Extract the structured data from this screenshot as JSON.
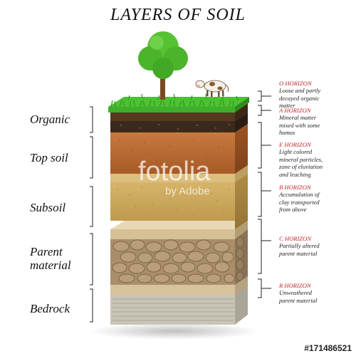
{
  "title": "LAYERS OF SOIL",
  "left_labels": [
    {
      "text": "Organic"
    },
    {
      "text": "Top soil"
    },
    {
      "text": "Subsoil"
    },
    {
      "text": "Parent\nmaterial"
    },
    {
      "text": "Bedrock"
    }
  ],
  "horizons": [
    {
      "name": "O HORIZON",
      "desc": "Loose and partly\ndecayed organic\nmatter"
    },
    {
      "name": "A HORIZON",
      "desc": "Mineral matter\nmixed with some\nhumus"
    },
    {
      "name": "E HORIZON",
      "desc": "Light colored\nmineral particles,\nzone of eluviation\nand leaching"
    },
    {
      "name": "B HORIZON",
      "desc": "Accumulation of\nclay transported\nfrom above"
    },
    {
      "name": "C HORIZON",
      "desc": "Partially altered\nparent material"
    },
    {
      "name": "R HORIZON",
      "desc": "Unweathered\nparent material"
    }
  ],
  "watermark": {
    "brand": "fotolia",
    "sub": "by Adobe"
  },
  "stock_id": "#171486521",
  "colors": {
    "grass": "#3fae2a",
    "organic": "#3a2a1c",
    "topsoil": "#b86a33",
    "subsoil": "#c9a657",
    "parent": "#a98e6b",
    "bedrock": "#c9c5b6",
    "accent_red": "#c0272d"
  }
}
